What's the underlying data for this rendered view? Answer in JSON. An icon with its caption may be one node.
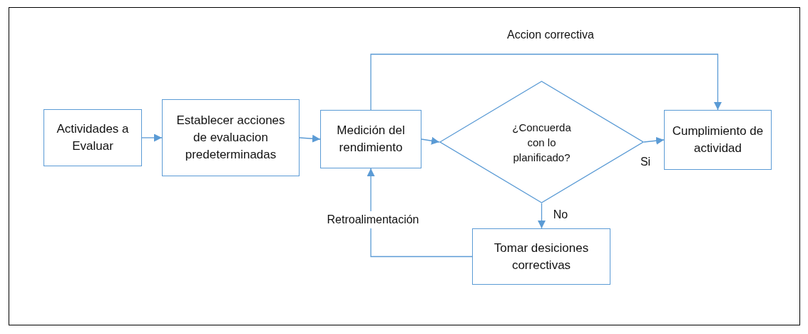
{
  "diagram": {
    "nodes": [
      {
        "text": [
          "Actividades a Evaluar"
        ]
      },
      {
        "text": [
          "Establecer acciones de evaluacion predeterminadas"
        ]
      },
      {
        "text": [
          "Medición del rendimiento"
        ]
      },
      {
        "text": [
          "¿Concuerda con lo planificado?"
        ]
      },
      {
        "text": [
          "Cumplimiento de actividad"
        ]
      },
      {
        "text": [
          "Tomar desiciones correctivas"
        ]
      }
    ],
    "edges": [
      {
        "from": 0,
        "to": 1,
        "arrow": "to"
      },
      {
        "from": 1,
        "to": 2,
        "arrow": "to"
      },
      {
        "from": 2,
        "to": 3,
        "arrow": "to"
      },
      {
        "from": 3,
        "to": 4,
        "arrow": "to",
        "label": "Si"
      },
      {
        "from": 3,
        "to": 5,
        "arrow": "to",
        "label": "No"
      },
      {
        "from": 5,
        "to": 2,
        "arrow": "to",
        "label": "Retroalimentación"
      },
      {
        "from": 2,
        "to": 4,
        "arrow": "to",
        "label": "Accion correctiva"
      }
    ]
  }
}
